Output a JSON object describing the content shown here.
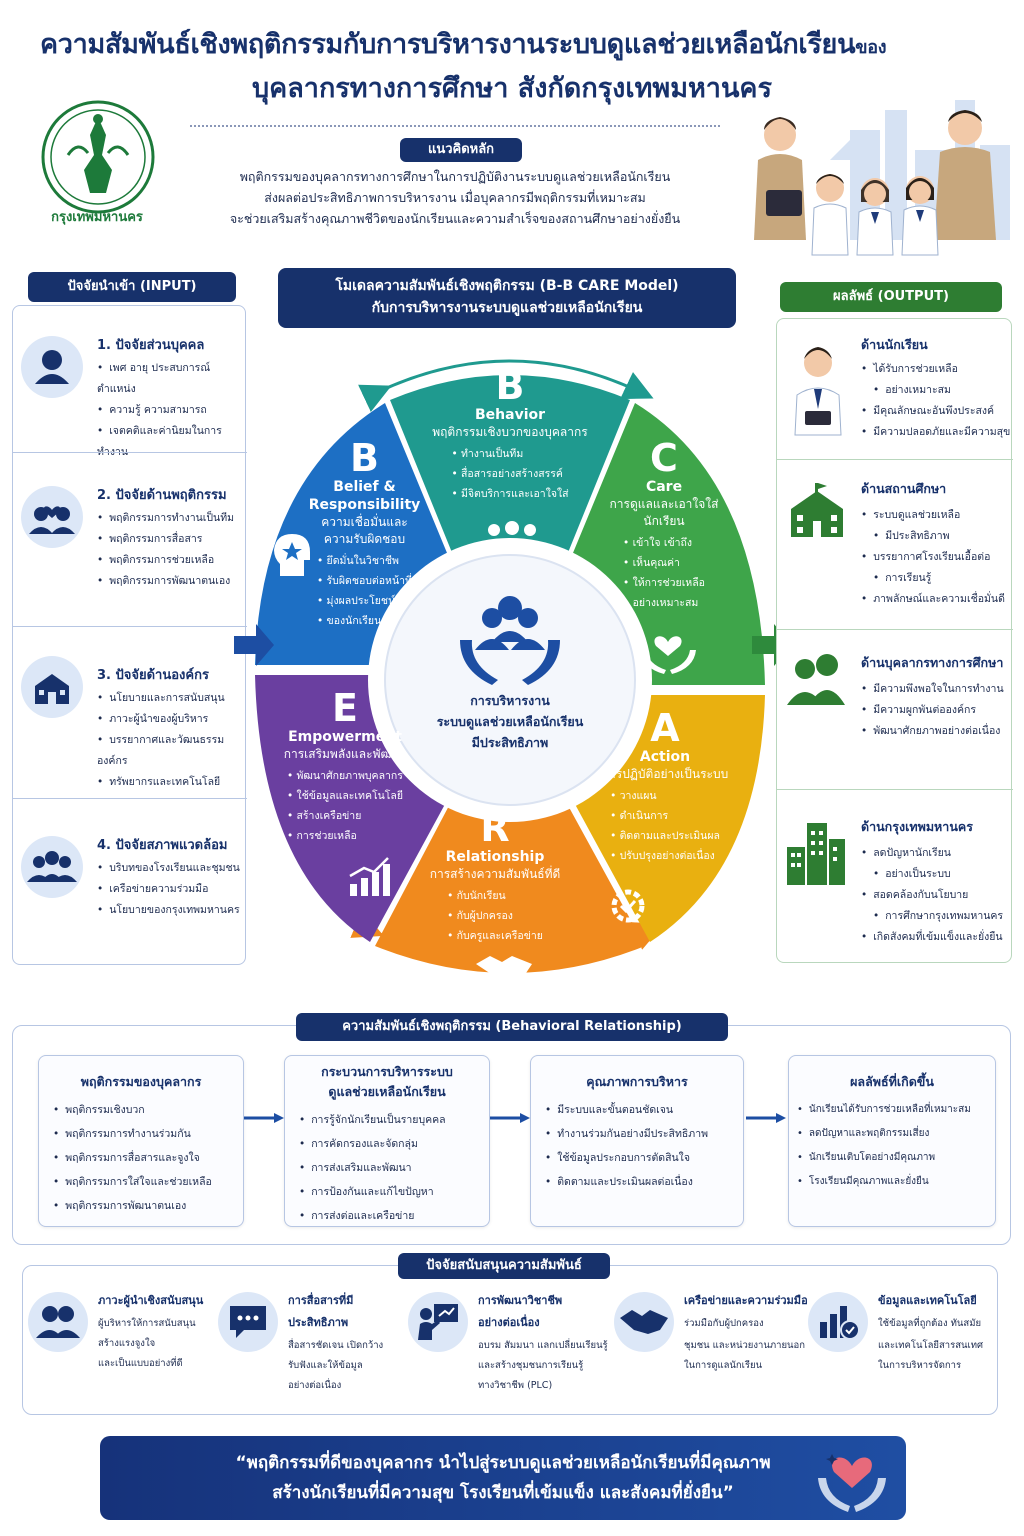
{
  "header": {
    "title_line1": "ความสัมพันธ์เชิงพฤติกรรมกับการบริหารงานระบบดูแลช่วยเหลือนักเรียน",
    "title_line1_suffix": "ของ",
    "title_line2": "บุคลากรทางการศึกษา สังกัดกรุงเทพมหานคร",
    "logo_text": "กรุงเทพมหานคร"
  },
  "concept": {
    "label": "แนวคิดหลัก",
    "lines": [
      "พฤติกรรมของบุคลากรทางการศึกษาในการปฏิบัติงานระบบดูแลช่วยเหลือนักเรียน",
      "ส่งผลต่อประสิทธิภาพการบริหารงาน เมื่อบุคลากรมีพฤติกรรมที่เหมาะสม",
      "จะช่วยเสริมสร้างคุณภาพชีวิตของนักเรียนและความสำเร็จของสถานศึกษาอย่างยั่งยืน"
    ]
  },
  "input": {
    "label": "ปัจจัยนำเข้า (INPUT)",
    "items": [
      {
        "title": "1. ปัจจัยส่วนบุคคล",
        "icon": "person-icon",
        "bullets": [
          "เพศ อายุ ประสบการณ์ ตำแหน่ง",
          "ความรู้ ความสามารถ",
          "เจตคติและค่านิยมในการทำงาน"
        ]
      },
      {
        "title": "2. ปัจจัยด้านพฤติกรรม",
        "icon": "people-heart-icon",
        "bullets": [
          "พฤติกรรมการทำงานเป็นทีม",
          "พฤติกรรมการสื่อสาร",
          "พฤติกรรมการช่วยเหลือ",
          "พฤติกรรมการพัฒนาตนเอง"
        ]
      },
      {
        "title": "3. ปัจจัยด้านองค์กร",
        "icon": "school-building-icon",
        "bullets": [
          "นโยบายและการสนับสนุน",
          "ภาวะผู้นำของผู้บริหาร",
          "บรรยากาศและวัฒนธรรมองค์กร",
          "ทรัพยากรและเทคโนโลยี"
        ]
      },
      {
        "title": "4. ปัจจัยสภาพแวดล้อม",
        "icon": "group-icon",
        "bullets": [
          "บริบทของโรงเรียนและชุมชน",
          "เครือข่ายความร่วมมือ",
          "นโยบายของกรุงเทพมหานคร"
        ]
      }
    ]
  },
  "model": {
    "title_line1": "โมเดลความสัมพันธ์เชิงพฤติกรรม (B-B CARE Model)",
    "title_line2": "กับการบริหารงานระบบดูแลช่วยเหลือนักเรียน",
    "center_lines": [
      "การบริหารงาน",
      "ระบบดูแลช่วยเหลือนักเรียน",
      "มีประสิทธิภาพ"
    ],
    "segments": {
      "behavior": {
        "letter": "B",
        "en": "Behavior",
        "th": "พฤติกรรมเชิงบวกของบุคลากร",
        "bullets": [
          "ทำงานเป็นทีม",
          "สื่อสารอย่างสร้างสรรค์",
          "มีจิตบริการและเอาใจใส่"
        ],
        "color": "#1f9a8f"
      },
      "care": {
        "letter": "C",
        "en": "Care",
        "th_lines": [
          "การดูแลและเอาใจใส่",
          "นักเรียน"
        ],
        "bullets": [
          "เข้าใจ เข้าถึง",
          "เห็นคุณค่า",
          "ให้การช่วยเหลือ",
          "อย่างเหมาะสม"
        ],
        "color": "#3ea54a"
      },
      "action": {
        "letter": "A",
        "en": "Action",
        "th": "การปฏิบัติอย่างเป็นระบบ",
        "bullets": [
          "วางแผน",
          "ดำเนินการ",
          "ติดตามและประเมินผล",
          "ปรับปรุงอย่างต่อเนื่อง"
        ],
        "color": "#e9b010"
      },
      "relationship": {
        "letter": "R",
        "en": "Relationship",
        "th": "การสร้างความสัมพันธ์ที่ดี",
        "bullets": [
          "กับนักเรียน",
          "กับผู้ปกครอง",
          "กับครูและเครือข่าย"
        ],
        "color": "#f08a1e"
      },
      "empowerment": {
        "letter": "E",
        "en": "Empowerment",
        "th": "การเสริมพลังและพัฒนา",
        "bullets": [
          "พัฒนาศักยภาพบุคลากร",
          "ใช้ข้อมูลและเทคโนโลยี",
          "สร้างเครือข่าย",
          "การช่วยเหลือ"
        ],
        "color": "#6a3fa0"
      },
      "belief": {
        "letter": "B",
        "en_lines": [
          "Belief &",
          "Responsibility"
        ],
        "th_lines": [
          "ความเชื่อมั่นและ",
          "ความรับผิดชอบ"
        ],
        "bullets": [
          "ยึดมั่นในวิชาชีพ",
          "รับผิดชอบต่อหน้าที่",
          "มุ่งผลประโยชน์",
          "ของนักเรียน"
        ],
        "color": "#1d6fc4"
      }
    }
  },
  "output": {
    "label": "ผลลัพธ์ (OUTPUT)",
    "items": [
      {
        "title": "ด้านนักเรียน",
        "icon": "student-icon",
        "bullets": [
          "ได้รับการช่วยเหลือ",
          "อย่างเหมาะสม",
          "มีคุณลักษณะอันพึงประสงค์",
          "มีความปลอดภัยและมีความสุข"
        ]
      },
      {
        "title": "ด้านสถานศึกษา",
        "icon": "school-icon",
        "bullets": [
          "ระบบดูแลช่วยเหลือ",
          "มีประสิทธิภาพ",
          "บรรยากาศโรงเรียนเอื้อต่อ",
          "การเรียนรู้",
          "ภาพลักษณ์และความเชื่อมั่นดี"
        ]
      },
      {
        "title": "ด้านบุคลากรทางการศึกษา",
        "icon": "staff-icon",
        "bullets": [
          "มีความพึงพอใจในการทำงาน",
          "มีความผูกพันต่อองค์กร",
          "พัฒนาศักยภาพอย่างต่อเนื่อง"
        ]
      },
      {
        "title": "ด้านกรุงเทพมหานคร",
        "icon": "city-icon",
        "bullets": [
          "ลดปัญหานักเรียน",
          "อย่างเป็นระบบ",
          "สอดคล้องกับนโยบาย",
          "การศึกษากรุงเทพมหานคร",
          "เกิดสังคมที่เข้มแข็งและยั่งยืน"
        ]
      }
    ]
  },
  "relationship": {
    "label": "ความสัมพันธ์เชิงพฤติกรรม (Behavioral Relationship)",
    "cards": [
      {
        "title_lines": [
          "พฤติกรรมของบุคลากร"
        ],
        "bullets": [
          "พฤติกรรมเชิงบวก",
          "พฤติกรรมการทำงานร่วมกัน",
          "พฤติกรรมการสื่อสารและจูงใจ",
          "พฤติกรรมการใส่ใจและช่วยเหลือ",
          "พฤติกรรมการพัฒนาตนเอง"
        ]
      },
      {
        "title_lines": [
          "กระบวนการบริหารระบบ",
          "ดูแลช่วยเหลือนักเรียน"
        ],
        "bullets": [
          "การรู้จักนักเรียนเป็นรายบุคคล",
          "การคัดกรองและจัดกลุ่ม",
          "การส่งเสริมและพัฒนา",
          "การป้องกันและแก้ไขปัญหา",
          "การส่งต่อและเครือข่าย"
        ]
      },
      {
        "title_lines": [
          "คุณภาพการบริหาร"
        ],
        "bullets": [
          "มีระบบและขั้นตอนชัดเจน",
          "ทำงานร่วมกันอย่างมีประสิทธิภาพ",
          "ใช้ข้อมูลประกอบการตัดสินใจ",
          "ติดตามและประเมินผลต่อเนื่อง"
        ]
      },
      {
        "title_lines": [
          "ผลลัพธ์ที่เกิดขึ้น"
        ],
        "bullets": [
          "นักเรียนได้รับการช่วยเหลือที่เหมาะสม",
          "ลดปัญหาและพฤติกรรมเสี่ยง",
          "นักเรียนเติบโตอย่างมีคุณภาพ",
          "โรงเรียนมีคุณภาพและยั่งยืน"
        ]
      }
    ]
  },
  "support": {
    "label": "ปัจจัยสนับสนุนความสัมพันธ์",
    "items": [
      {
        "title_lines": [
          "ภาวะผู้นำเชิงสนับสนุน"
        ],
        "lines": [
          "ผู้บริหารให้การสนับสนุน",
          "สร้างแรงจูงใจ",
          "และเป็นแบบอย่างที่ดี"
        ],
        "icon": "leader-icon"
      },
      {
        "title_lines": [
          "การสื่อสารที่มี",
          "ประสิทธิภาพ"
        ],
        "lines": [
          "สื่อสารชัดเจน เปิดกว้าง",
          "รับฟังและให้ข้อมูล",
          "อย่างต่อเนื่อง"
        ],
        "icon": "chat-icon"
      },
      {
        "title_lines": [
          "การพัฒนาวิชาชีพ",
          "อย่างต่อเนื่อง"
        ],
        "lines": [
          "อบรม สัมมนา แลกเปลี่ยนเรียนรู้",
          "และสร้างชุมชนการเรียนรู้",
          "ทางวิชาชีพ (PLC)"
        ],
        "icon": "teacher-board-icon"
      },
      {
        "title_lines": [
          "เครือข่ายและความร่วมมือ"
        ],
        "lines": [
          "ร่วมมือกับผู้ปกครอง",
          "ชุมชน และหน่วยงานภายนอก",
          "ในการดูแลนักเรียน"
        ],
        "icon": "handshake-icon"
      },
      {
        "title_lines": [
          "ข้อมูลและเทคโนโลยี"
        ],
        "lines": [
          "ใช้ข้อมูลที่ถูกต้อง ทันสมัย",
          "และเทคโนโลยีสารสนเทศ",
          "ในการบริหารจัดการ"
        ],
        "icon": "data-chart-icon"
      }
    ]
  },
  "quote": {
    "line1": "“พฤติกรรมที่ดีของบุคลากร นำไปสู่ระบบดูแลช่วยเหลือนักเรียนที่มีคุณภาพ",
    "line2": "สร้างนักเรียนที่มีความสุข โรงเรียนที่เข้มแข็ง และสังคมที่ยั่งยืน”"
  },
  "colors": {
    "navy": "#17316b",
    "green": "#2e7d32",
    "light_blue": "#dce7f7"
  }
}
